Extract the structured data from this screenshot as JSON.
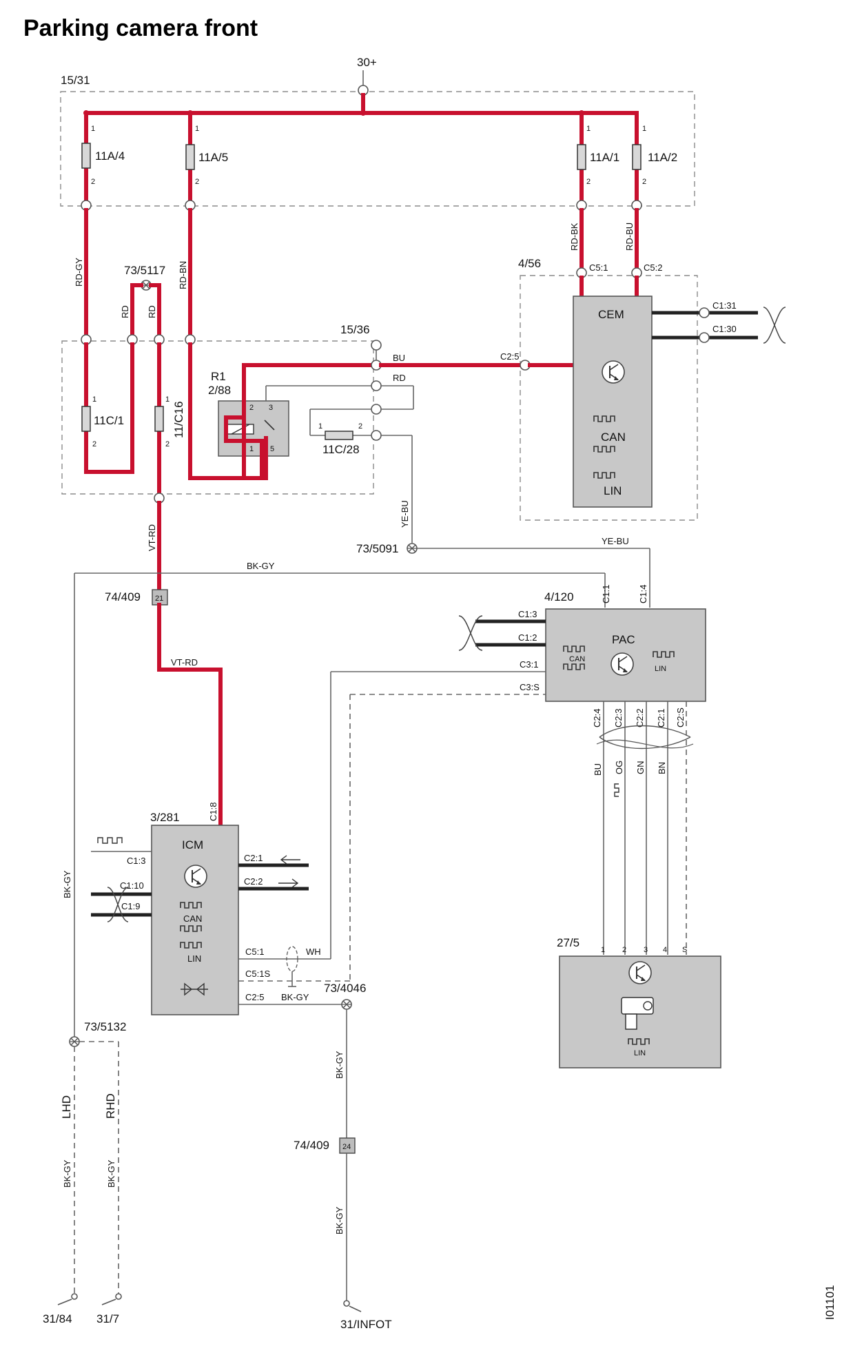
{
  "title": "Parking camera front",
  "doc_id": "I01101",
  "supply": "30+",
  "boxes": {
    "b1531": "15/31",
    "b1536": "15/36",
    "b456": "4/56"
  },
  "fuses": {
    "f11a4": "11A/4",
    "f11a5": "11A/5",
    "f11a1": "11A/1",
    "f11a2": "11A/2",
    "f11c1": "11C/1",
    "f11c16": "11/C16",
    "f11c28": "11C/28"
  },
  "pins": {
    "p1": "1",
    "p2": "2",
    "p3": "3",
    "p4": "4",
    "p5": "5",
    "pS": "S",
    "p21": "21",
    "p24": "24"
  },
  "relay": {
    "name": "R1",
    "id": "2/88"
  },
  "splices": {
    "s5117": "73/5117",
    "s5091": "73/5091",
    "s4046": "73/4046",
    "s5132": "73/5132"
  },
  "connectors": {
    "c409": "74/409"
  },
  "wires": {
    "rdgy": "RD-GY",
    "rdbn": "RD-BN",
    "rdbk": "RD-BK",
    "rdbu": "RD-BU",
    "rd": "RD",
    "bu": "BU",
    "yebu": "YE-BU",
    "vtrd": "VT-RD",
    "bkgy": "BK-GY",
    "og": "OG",
    "gn": "GN",
    "bn": "BN",
    "wh": "WH"
  },
  "cem": {
    "id": "4/56",
    "name": "CEM",
    "can": "CAN",
    "lin": "LIN",
    "c51": "C5:1",
    "c52": "C5:2",
    "c25": "C2:5",
    "c131": "C1:31",
    "c130": "C1:30"
  },
  "pac": {
    "id": "4/120",
    "name": "PAC",
    "can": "CAN",
    "lin": "LIN",
    "c11": "C1:1",
    "c14": "C1:4",
    "c13": "C1:3",
    "c12": "C1:2",
    "c31": "C3:1",
    "c3s": "C3:S",
    "c24": "C2:4",
    "c23": "C2:3",
    "c22": "C2:2",
    "c21": "C2:1",
    "c2s": "C2:S"
  },
  "icm": {
    "id": "3/281",
    "name": "ICM",
    "can": "CAN",
    "lin": "LIN",
    "c18": "C1:8",
    "c13": "C1:3",
    "c110": "C1:10",
    "c19": "C1:9",
    "c21": "C2:1",
    "c22": "C2:2",
    "c51": "C5:1",
    "c51s": "C5:1S",
    "c25": "C2:5"
  },
  "camera": {
    "id": "27/5",
    "lin": "LIN"
  },
  "grounds": {
    "g3184": "31/84",
    "g317": "31/7",
    "ginfot": "31/INFOT"
  },
  "side": {
    "lhd": "LHD",
    "rhd": "RHD"
  }
}
